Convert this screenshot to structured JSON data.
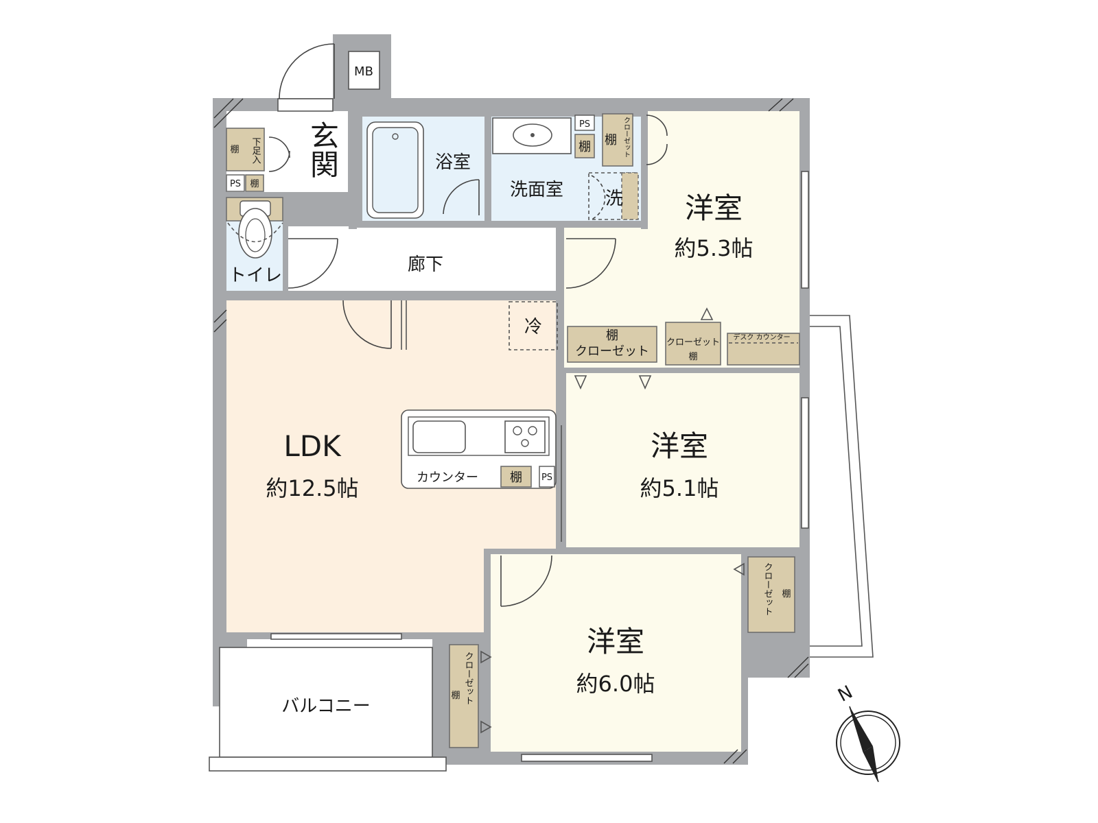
{
  "rooms": {
    "entrance": "玄関",
    "bath": "浴室",
    "washroom": "洗面室",
    "washer": "洗",
    "toilet": "トイレ",
    "hallway": "廊下",
    "fridge": "冷",
    "ldk_name": "LDK",
    "ldk_size": "約12.5帖",
    "western1_name": "洋室",
    "western1_size": "約5.3帖",
    "western2_name": "洋室",
    "western2_size": "約5.1帖",
    "western3_name": "洋室",
    "western3_size": "約6.0帖",
    "balcony": "バルコニー",
    "mb": "MB"
  },
  "storage": {
    "shoe_cabinet": "下足入",
    "shelf": "棚",
    "ps": "PS",
    "closet": "クローゼット",
    "closet_shelf": "棚\nクローゼット",
    "desk_counter": "デスク カウンター",
    "counter": "カウンター"
  },
  "compass": {
    "north": "N"
  },
  "colors": {
    "wall": "#a6a8ab",
    "ldk": "#fdf0e0",
    "western": "#fdfbec",
    "wet_area": "#e6f2fa",
    "storage": "#d9ccab",
    "white": "#ffffff"
  }
}
